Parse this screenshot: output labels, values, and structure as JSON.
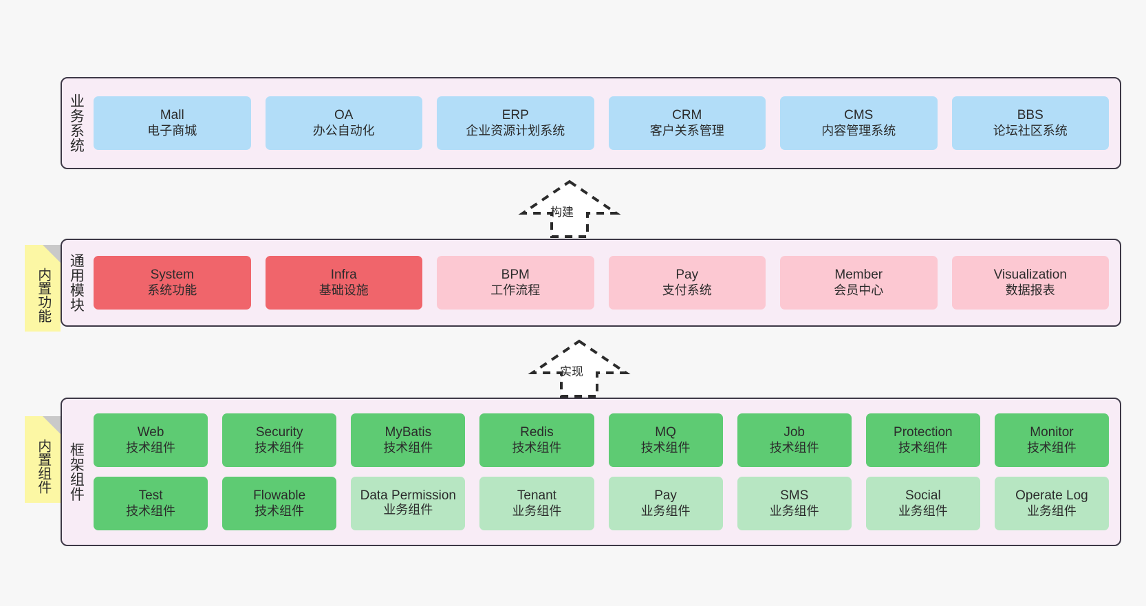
{
  "diagram": {
    "background_color": "#f7f7f7",
    "layer_fill": "#f8ecf6",
    "layer_border": "#3d3846"
  },
  "layers": [
    {
      "key": "business",
      "title": "业务系统",
      "rows": [
        [
          {
            "name": "Mall",
            "desc": "电子商城",
            "color": "#b2ddf8"
          },
          {
            "name": "OA",
            "desc": "办公自动化",
            "color": "#b2ddf8"
          },
          {
            "name": "ERP",
            "desc": "企业资源计划系统",
            "color": "#b2ddf8"
          },
          {
            "name": "CRM",
            "desc": "客户关系管理",
            "color": "#b2ddf8"
          },
          {
            "name": "CMS",
            "desc": "内容管理系统",
            "color": "#b2ddf8"
          },
          {
            "name": "BBS",
            "desc": "论坛社区系统",
            "color": "#b2ddf8"
          }
        ]
      ]
    },
    {
      "key": "common",
      "title": "通用模块",
      "sticky": "内置功能",
      "rows": [
        [
          {
            "name": "System",
            "desc": "系统功能",
            "color": "#f0656b"
          },
          {
            "name": "Infra",
            "desc": "基础设施",
            "color": "#f0656b"
          },
          {
            "name": "BPM",
            "desc": "工作流程",
            "color": "#fcc8d2"
          },
          {
            "name": "Pay",
            "desc": "支付系统",
            "color": "#fcc8d2"
          },
          {
            "name": "Member",
            "desc": "会员中心",
            "color": "#fcc8d2"
          },
          {
            "name": "Visualization",
            "desc": "数据报表",
            "color": "#fcc8d2"
          }
        ]
      ]
    },
    {
      "key": "framework",
      "title": "框架组件",
      "sticky": "内置组件",
      "rows": [
        [
          {
            "name": "Web",
            "desc": "技术组件",
            "color": "#5ecb73"
          },
          {
            "name": "Security",
            "desc": "技术组件",
            "color": "#5ecb73"
          },
          {
            "name": "MyBatis",
            "desc": "技术组件",
            "color": "#5ecb73"
          },
          {
            "name": "Redis",
            "desc": "技术组件",
            "color": "#5ecb73"
          },
          {
            "name": "MQ",
            "desc": "技术组件",
            "color": "#5ecb73"
          },
          {
            "name": "Job",
            "desc": "技术组件",
            "color": "#5ecb73"
          },
          {
            "name": "Protection",
            "desc": "技术组件",
            "color": "#5ecb73"
          },
          {
            "name": "Monitor",
            "desc": "技术组件",
            "color": "#5ecb73"
          }
        ],
        [
          {
            "name": "Test",
            "desc": "技术组件",
            "color": "#5ecb73"
          },
          {
            "name": "Flowable",
            "desc": "技术组件",
            "color": "#5ecb73"
          },
          {
            "name": "Data Permission",
            "desc": "业务组件",
            "color": "#b7e6c2"
          },
          {
            "name": "Tenant",
            "desc": "业务组件",
            "color": "#b7e6c2"
          },
          {
            "name": "Pay",
            "desc": "业务组件",
            "color": "#b7e6c2"
          },
          {
            "name": "SMS",
            "desc": "业务组件",
            "color": "#b7e6c2"
          },
          {
            "name": "Social",
            "desc": "业务组件",
            "color": "#b7e6c2"
          },
          {
            "name": "Operate Log",
            "desc": "业务组件",
            "color": "#b7e6c2"
          }
        ]
      ]
    }
  ],
  "arrows": [
    {
      "key": "build",
      "label": "构建",
      "from": "common",
      "to": "business"
    },
    {
      "key": "implement",
      "label": "实现",
      "from": "framework",
      "to": "common"
    }
  ]
}
